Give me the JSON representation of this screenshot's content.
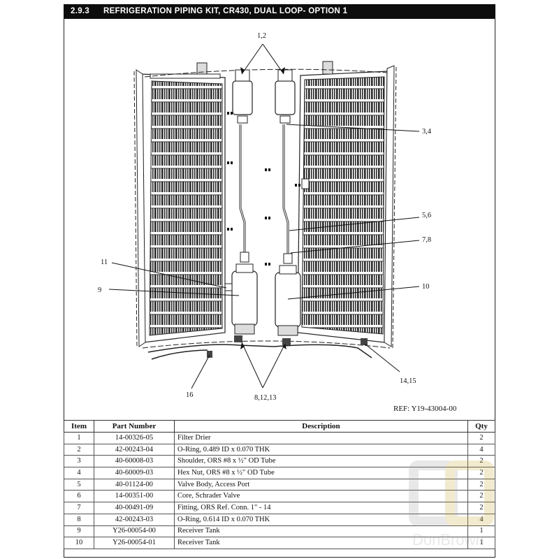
{
  "header": {
    "section": "2.9.3",
    "title": "REFRIGERATION PIPING KIT, CR430, DUAL LOOP- OPTION 1"
  },
  "diagram": {
    "callouts": [
      "1,2",
      "3,4",
      "5,6",
      "7,8",
      "11",
      "9",
      "10",
      "16",
      "8,12,13",
      "14,15"
    ],
    "ref": "REF: Y19-43004-00"
  },
  "table": {
    "headers": {
      "item": "Item",
      "part_number": "Part Number",
      "description": "Description",
      "qty": "Qty"
    },
    "rows": [
      {
        "item": "1",
        "part": "14-00326-05",
        "desc": "Filter Drier",
        "qty": "2"
      },
      {
        "item": "2",
        "part": "42-00243-04",
        "desc": "O-Ring, 0.489 ID x 0.070 THK",
        "qty": "4"
      },
      {
        "item": "3",
        "part": "40-60008-03",
        "desc": "Shoulder, ORS #8 x ½\" OD Tube",
        "qty": "2"
      },
      {
        "item": "4",
        "part": "40-60009-03",
        "desc": "Hex Nut, ORS #8 x ½\" OD Tube",
        "qty": "2"
      },
      {
        "item": "5",
        "part": "40-01124-00",
        "desc": "Valve Body, Access Port",
        "qty": "2"
      },
      {
        "item": "6",
        "part": "14-00351-00",
        "desc": "Core, Schrader Valve",
        "qty": "2"
      },
      {
        "item": "7",
        "part": "40-00491-09",
        "desc": "Fitting, ORS Ref. Conn. 1\" - 14",
        "qty": "2"
      },
      {
        "item": "8",
        "part": "42-00243-03",
        "desc": "O-Ring, 0.614 ID x 0.070 THK",
        "qty": "4"
      },
      {
        "item": "9",
        "part": "Y26-00054-00",
        "desc": "Receiver Tank",
        "qty": "1"
      },
      {
        "item": "10",
        "part": "Y26-00054-01",
        "desc": "Receiver Tank",
        "qty": "1"
      }
    ]
  },
  "watermark": {
    "text": "DonBrown"
  }
}
